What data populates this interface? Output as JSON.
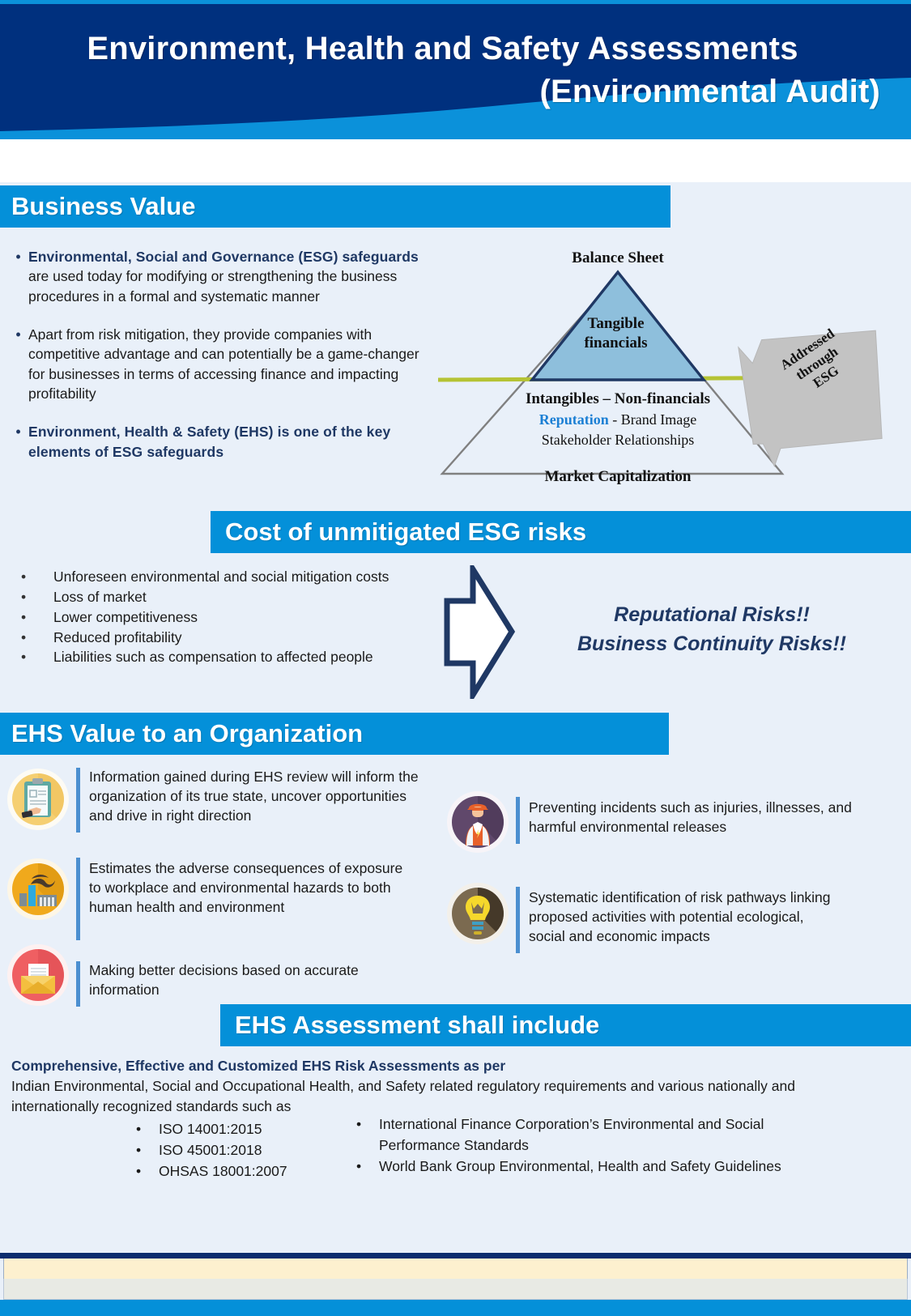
{
  "header": {
    "title_line1": "Environment, Health and Safety Assessments",
    "title_line2": "(Environmental Audit)",
    "bg_color": "#00307e",
    "wave_color": "#0b91da"
  },
  "sections": {
    "business_value": {
      "title": "Business Value"
    },
    "cost_risks": {
      "title": "Cost of unmitigated ESG risks"
    },
    "ehs_value": {
      "title": "EHS Value to an Organization"
    },
    "assessment": {
      "title": "EHS Assessment shall include"
    }
  },
  "business_value": {
    "bullet_char": "•",
    "items": [
      {
        "strong": "Environmental, Social and Governance (ESG) safeguards",
        "rest": " are used today for modifying or strengthening the business procedures in a formal and systematic manner",
        "all_bold": false
      },
      {
        "strong": "",
        "rest": "Apart from risk mitigation, they provide companies with competitive advantage and can potentially be a game-changer for businesses in terms of accessing finance and impacting profitability",
        "all_bold": false
      },
      {
        "strong": "",
        "rest": "Environment, Health & Safety (EHS) is one of the key elements of ESG safeguards",
        "all_bold": true
      }
    ]
  },
  "pyramid": {
    "top_label": "Balance Sheet",
    "top_block": "Tangible\nfinancials",
    "top_block_line1": "Tangible",
    "top_block_line2": "financials",
    "mid_label": "Intangibles – Non-financials",
    "reputation_word": "Reputation",
    "reputation_rest": " - Brand Image",
    "stakeholder_label": "Stakeholder Relationships",
    "bottom_label": "Market Capitalization",
    "banner_text": "Addressed\nthrough\nESG",
    "banner_line1": "Addressed",
    "banner_line2": "through",
    "banner_line3": "ESG",
    "colors": {
      "top_fill": "#8ebfdc",
      "top_stroke": "#1f3864",
      "base_stroke": "#808080",
      "divider_line": "#b5c334",
      "banner_fill": "#c3c3c3"
    }
  },
  "cost_risks": {
    "bullet_char": "•",
    "items": [
      "Unforeseen environmental and social mitigation costs",
      "Loss of market",
      "Lower competitiveness",
      "Reduced profitability",
      "Liabilities such as compensation to affected people"
    ],
    "outcome_line1": "Reputational Risks!!",
    "outcome_line2": "Business Continuity Risks!!",
    "outcome_color": "#1f3864",
    "arrow_fill": "#ffffff",
    "arrow_stroke": "#1f3864"
  },
  "ehs_value": {
    "items": [
      {
        "icon": "clipboard-checklist-icon",
        "icon_circle_color": "#f5cf72",
        "text": "Information gained during EHS review will inform the organization of its true state, uncover opportunities and drive in right direction"
      },
      {
        "icon": "factory-pollution-icon",
        "icon_circle_color": "#f0a91c",
        "text": "Estimates the adverse consequences of exposure to workplace and environmental hazards to both human health and environment"
      },
      {
        "icon": "envelope-letter-icon",
        "icon_circle_color": "#ef5f62",
        "text": "Making better decisions based on accurate information"
      },
      {
        "icon": "safety-worker-icon",
        "icon_circle_color": "#60486b",
        "text": "Preventing incidents such as injuries, illnesses, and harmful environmental releases"
      },
      {
        "icon": "lightbulb-idea-icon",
        "icon_circle_color": "#7b6a50",
        "text": "Systematic identification of risk pathways linking proposed activities with potential ecological, social and economic impacts"
      }
    ],
    "rule_color": "#4b8fd0"
  },
  "assessment": {
    "lead_bold": "Comprehensive, Effective and Customized EHS Risk Assessments as per",
    "lead_body": "Indian Environmental, Social and Occupational Health, and Safety related regulatory requirements and various nationally and internationally recognized standards such as",
    "bullet_char": "•",
    "left_items": [
      "ISO 14001:2015",
      "ISO 45001:2018",
      "OHSAS 18001:2007"
    ],
    "right_items": [
      "International Finance Corporation’s  Environmental and Social Performance Standards",
      "World Bank Group Environmental, Health and Safety Guidelines"
    ]
  },
  "footer": {
    "box_color": "#fdf0cf",
    "strip_color": "#e8eae4",
    "bar_color": "#0490d9",
    "rule_color": "#0b2d6e"
  }
}
